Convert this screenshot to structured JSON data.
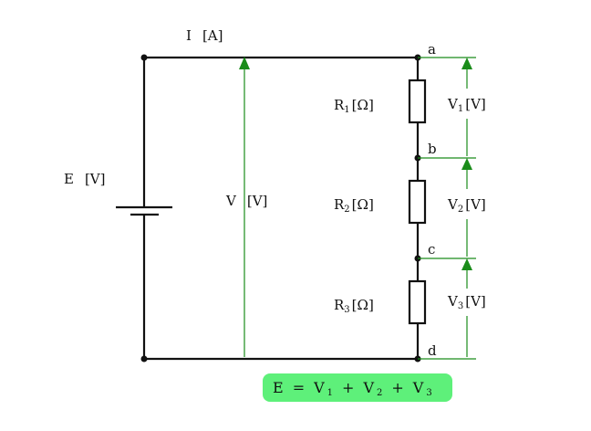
{
  "current_label": {
    "symbol": "I",
    "unit": "[A]"
  },
  "source_label": {
    "symbol": "E",
    "unit": "[V]"
  },
  "total_voltage_label": {
    "symbol": "V",
    "unit": "[V]"
  },
  "nodes": {
    "a": "a",
    "b": "b",
    "c": "c",
    "d": "d"
  },
  "resistors": [
    {
      "symbol": "R",
      "index": "1",
      "unit": "[Ω]"
    },
    {
      "symbol": "R",
      "index": "2",
      "unit": "[Ω]"
    },
    {
      "symbol": "R",
      "index": "3",
      "unit": "[Ω]"
    }
  ],
  "drops": [
    {
      "symbol": "V",
      "index": "1",
      "unit": "[V]"
    },
    {
      "symbol": "V",
      "index": "2",
      "unit": "[V]"
    },
    {
      "symbol": "V",
      "index": "3",
      "unit": "[V]"
    }
  ],
  "equation": {
    "lhs": "E",
    "eq": "=",
    "plus": "+",
    "t1": "V",
    "s1": "1",
    "t2": "V",
    "s2": "2",
    "t3": "V",
    "s3": "3"
  },
  "colors": {
    "wire": "#111111",
    "arrow": "#1a8c1a",
    "equation_bg": "#5ef07a"
  }
}
